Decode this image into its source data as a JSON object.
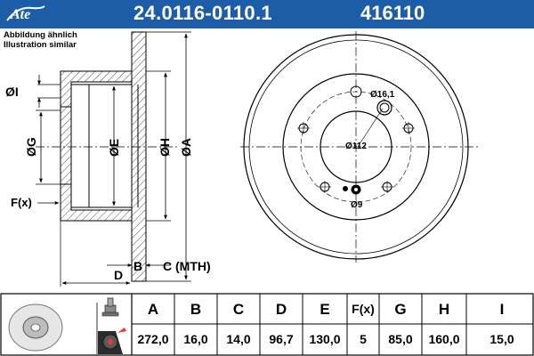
{
  "header": {
    "logo_text": "Ate",
    "part_number": "24.0116-0110.1",
    "ref_number": "416110",
    "background_color": "#1d5da8"
  },
  "notes": {
    "line1": "Abbildung ähnlich",
    "line2": "Illustration similar"
  },
  "labels": {
    "I": "ØI",
    "G": "ØG",
    "E": "ØE",
    "H": "ØH",
    "A": "ØA",
    "F": "F(x)",
    "B": "B",
    "C": "C (MTH)",
    "D": "D",
    "bolt_circle": "Ø112",
    "hole_large": "Ø16,1",
    "hole_small": "Ø9"
  },
  "table": {
    "headers": [
      "A",
      "B",
      "C",
      "D",
      "E",
      "F(x)",
      "G",
      "H",
      "I"
    ],
    "values": [
      "272,0",
      "16,0",
      "14,0",
      "96,7",
      "130,0",
      "5",
      "85,0",
      "160,0",
      "15,0"
    ]
  }
}
